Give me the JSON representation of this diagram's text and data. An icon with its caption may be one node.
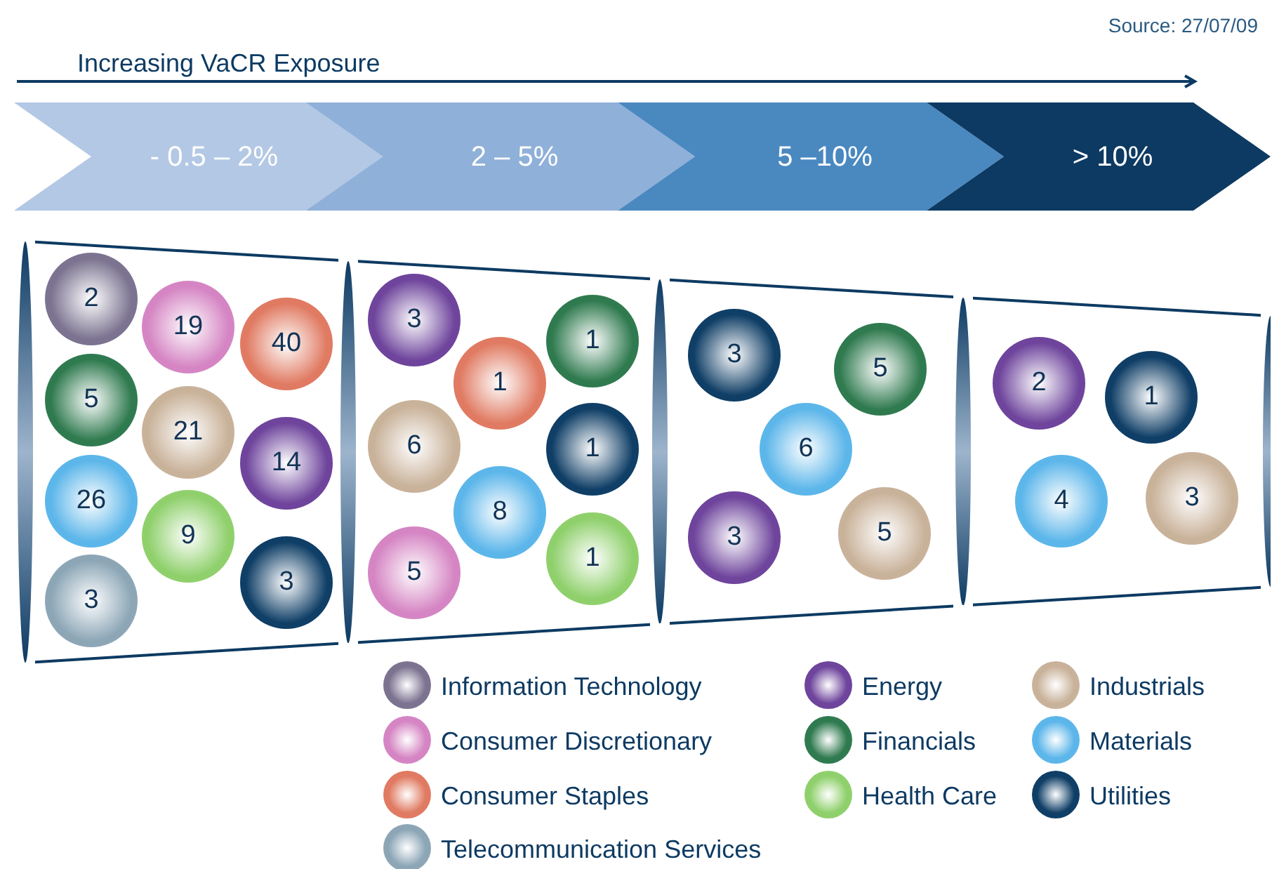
{
  "diagram": {
    "nodes": [
      {
        "text": [
          "- 0.5 – 2%"
        ]
      },
      {
        "text": [
          "2 – 5%"
        ]
      },
      {
        "text": [
          "5 –10%"
        ]
      },
      {
        "text": [
          "> 10%"
        ]
      },
      {
        "text": [],
        "shape": "box"
      },
      {
        "text": [],
        "shape": "box"
      },
      {
        "text": [],
        "shape": "box"
      },
      {
        "text": [],
        "shape": "box"
      },
      {
        "text": [
          "2"
        ],
        "in": 4
      },
      {
        "text": [
          "19"
        ],
        "in": 4
      },
      {
        "text": [
          "40"
        ],
        "in": 4
      },
      {
        "text": [
          "5"
        ],
        "in": 4
      },
      {
        "text": [
          "21"
        ],
        "in": 4
      },
      {
        "text": [
          "14"
        ],
        "in": 4
      },
      {
        "text": [
          "26"
        ],
        "in": 4
      },
      {
        "text": [
          "9"
        ],
        "in": 4
      },
      {
        "text": [
          "3"
        ],
        "in": 4
      },
      {
        "text": [
          "3"
        ],
        "in": 4
      },
      {
        "text": [
          "3"
        ],
        "in": 5
      },
      {
        "text": [
          "1"
        ],
        "in": 5
      },
      {
        "text": [
          "1"
        ],
        "in": 5
      },
      {
        "text": [
          "6"
        ],
        "in": 5
      },
      {
        "text": [
          "1"
        ],
        "in": 5
      },
      {
        "text": [
          "8"
        ],
        "in": 5
      },
      {
        "text": [
          "5"
        ],
        "in": 5
      },
      {
        "text": [
          "1"
        ],
        "in": 5
      },
      {
        "text": [
          "3"
        ],
        "in": 6
      },
      {
        "text": [
          "5"
        ],
        "in": 6
      },
      {
        "text": [
          "6"
        ],
        "in": 6
      },
      {
        "text": [
          "3"
        ],
        "in": 6
      },
      {
        "text": [
          "5"
        ],
        "in": 6
      },
      {
        "text": [
          "2"
        ],
        "in": 7
      },
      {
        "text": [
          "1"
        ],
        "in": 7
      },
      {
        "text": [
          "4"
        ],
        "in": 7
      },
      {
        "text": [
          "3"
        ],
        "in": 7
      }
    ],
    "labels": [
      "Source: 27/07/09",
      "Increasing VaCR Exposure"
    ],
    "legend": [
      {
        "text": "Information Technology",
        "color": "#7b7390"
      },
      {
        "text": "Energy",
        "color": "#6e449c"
      },
      {
        "text": "Industrials",
        "color": "#c9b29a"
      },
      {
        "text": "Consumer Discretionary",
        "color": "#d585c3"
      },
      {
        "text": "Financials",
        "color": "#2f7a4f"
      },
      {
        "text": "Materials",
        "color": "#5cb6ea"
      },
      {
        "text": "Consumer Staples",
        "color": "#e07a62"
      },
      {
        "text": "Health Care",
        "color": "#8fd06c"
      },
      {
        "text": "Utilities",
        "color": "#0f3e66"
      },
      {
        "text": "Telecommunication Services",
        "color": "#8ca6b6"
      }
    ]
  }
}
